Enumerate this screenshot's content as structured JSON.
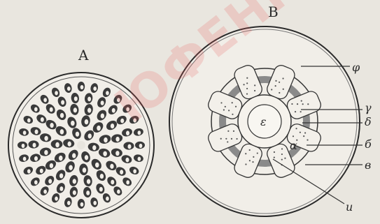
{
  "panels": {
    "a": {
      "label": "A"
    },
    "b": {
      "label": "B"
    }
  },
  "callouts": [
    {
      "id": "phi",
      "label": "φ"
    },
    {
      "id": "gamma",
      "label": "γ"
    },
    {
      "id": "delta",
      "label": "δ"
    },
    {
      "id": "b",
      "label": "б"
    },
    {
      "id": "v",
      "label": "в"
    },
    {
      "id": "eps",
      "label": "ε"
    },
    {
      "id": "alpha",
      "label": "α"
    },
    {
      "id": "u",
      "label": "u"
    }
  ],
  "watermark": {
    "text": "ЮФЕНК"
  },
  "colors": {
    "ink": "#2a2a2a",
    "paper": "#e9e6df",
    "watermark": "#eb5a5a"
  }
}
